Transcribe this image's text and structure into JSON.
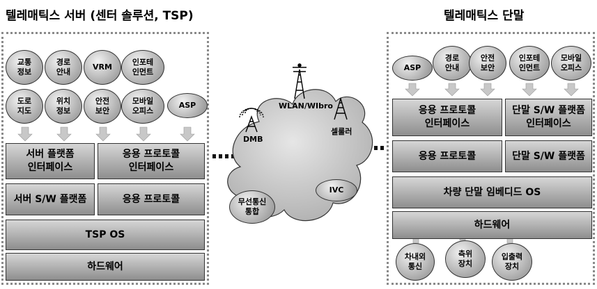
{
  "titles": {
    "server": "텔레매틱스 서버 (센터 솔루션, TSP)",
    "terminal": "텔레매틱스 단말"
  },
  "server": {
    "ovals": [
      "교통\n정보",
      "경로\n안내",
      "VRM",
      "인포테\n인먼트",
      "도로\n지도",
      "위치\n정보",
      "안전\n보안",
      "모바일\n오피스",
      "ASP"
    ],
    "bars": {
      "platform_if": "서버 플랫폼\n인터페이스",
      "protocol_if": "응용 프로토콜\n인터페이스",
      "sw_platform": "서버 S/W 플랫폼",
      "protocol": "응용 프로토콜",
      "os": "TSP OS",
      "hardware": "하드웨어"
    }
  },
  "network": {
    "wlan": "WLAN/WIbro",
    "dmb": "DMB",
    "cellular": "셀룰러",
    "ivc": "IVC",
    "wireless": "무선통신\n통합"
  },
  "terminal": {
    "ovals": [
      "ASP",
      "경로\n안내",
      "안전\n보안",
      "인포테\n인먼트",
      "모바일\n오피스"
    ],
    "bars": {
      "protocol_if": "응용 프로토콜\n인터페이스",
      "sw_platform_if": "단말 S/W 플랫폼\n인터페이스",
      "protocol": "응용 프로토콜",
      "sw_platform": "단말 S/W 플랫폼",
      "os": "차량 단말 임베디드 OS",
      "hardware": "하드웨어"
    },
    "bottom_ovals": [
      "차내외\n통신",
      "측위\n장치",
      "입출력\n장치"
    ]
  }
}
